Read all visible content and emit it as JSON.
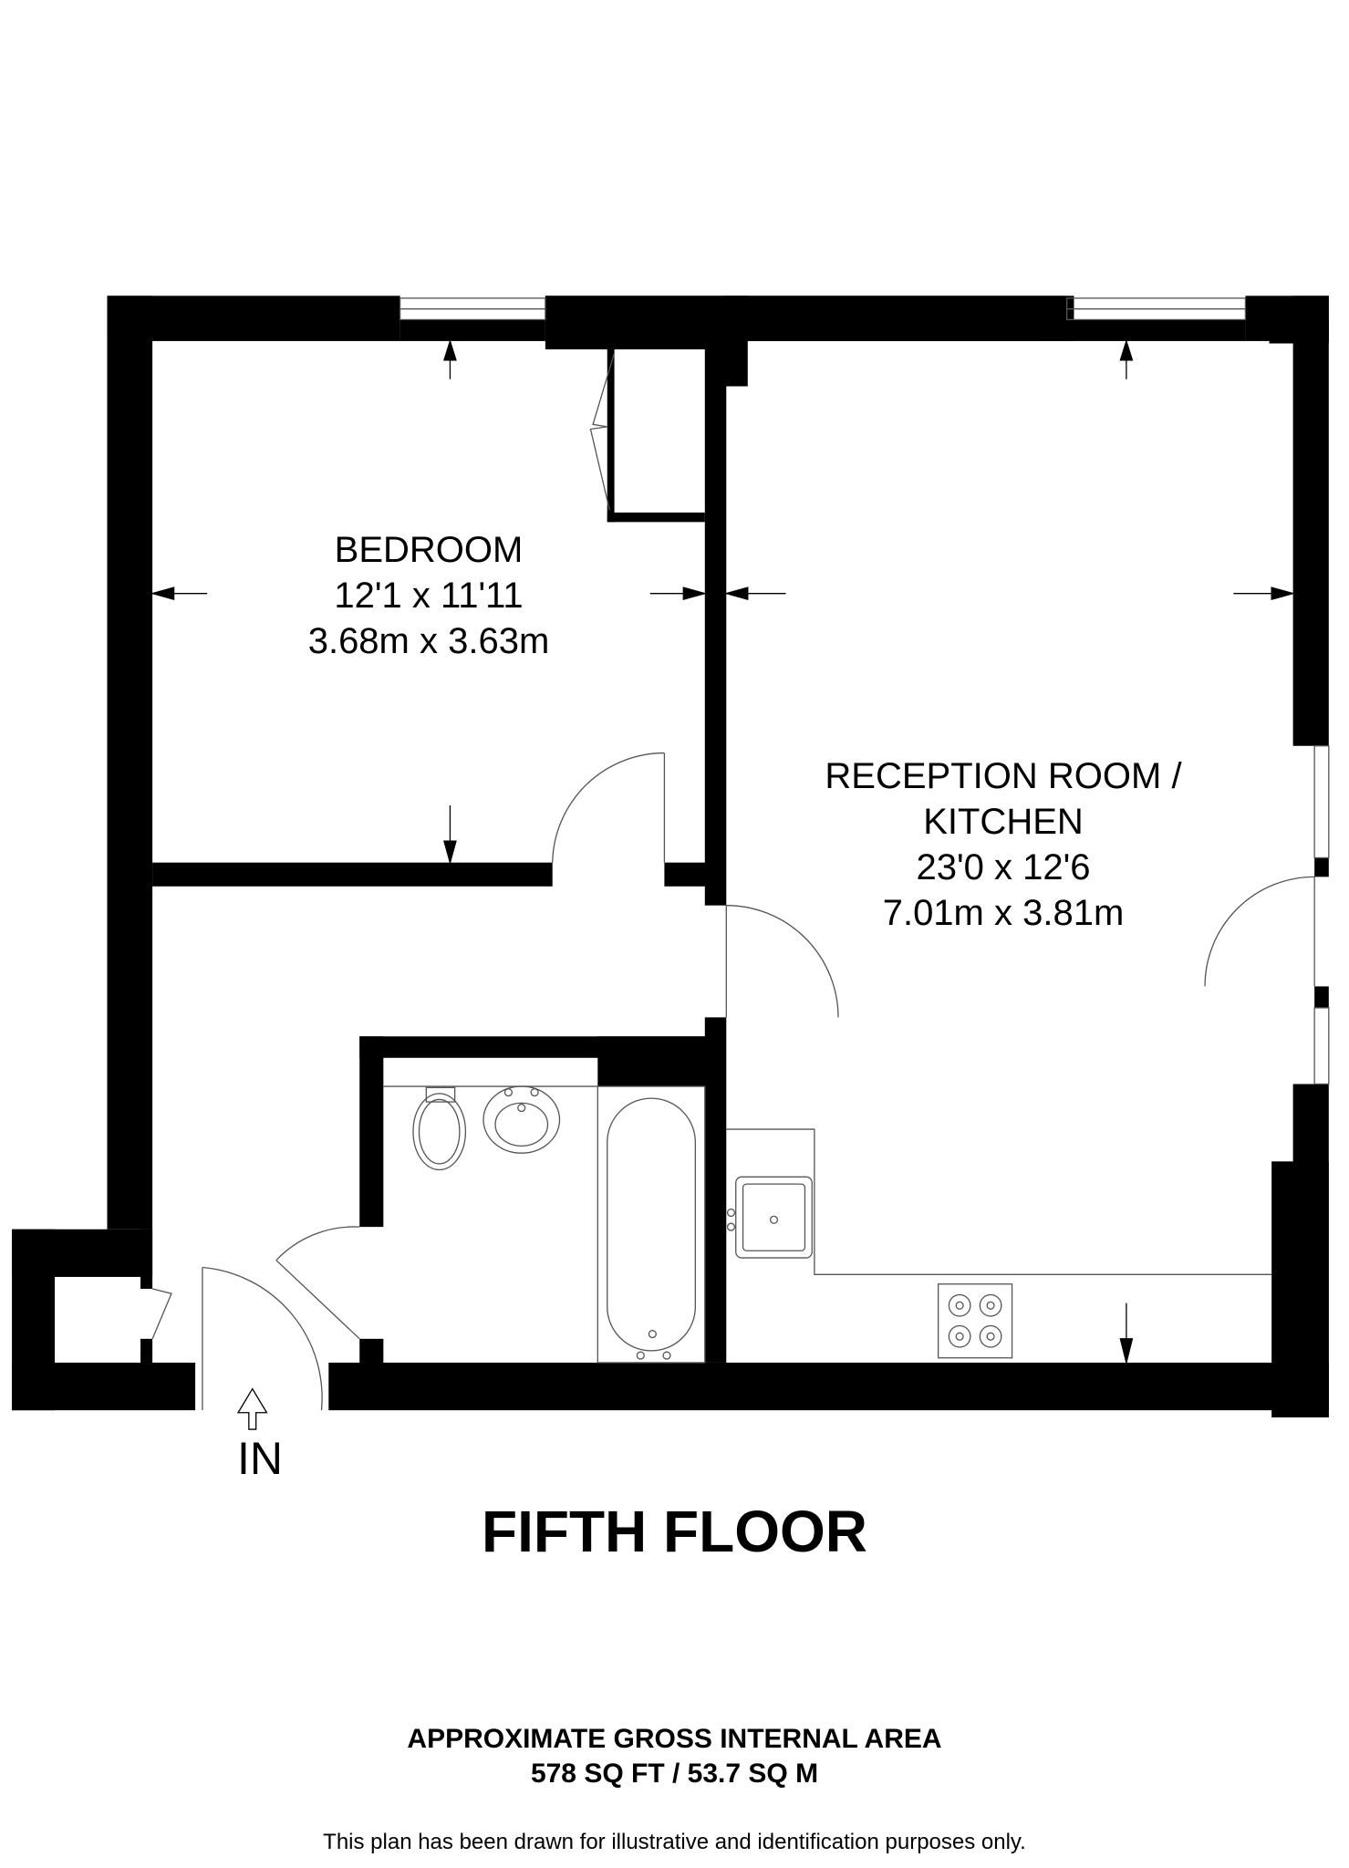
{
  "plan": {
    "floor_title": "FIFTH FLOOR",
    "rooms": [
      {
        "name": "BEDROOM",
        "imperial": "12'1 x 11'11",
        "metric": "3.68m x 3.63m"
      },
      {
        "name_line1": "RECEPTION ROOM /",
        "name_line2": "KITCHEN",
        "imperial": "23'0 x 12'6",
        "metric": "7.01m x 3.81m"
      }
    ],
    "entrance_label": "IN",
    "area": {
      "heading": "APPROXIMATE GROSS INTERNAL AREA",
      "value": "578 SQ FT / 53.7 SQ M"
    },
    "disclaimer": "This plan has been drawn for illustrative and identification purposes only."
  },
  "colors": {
    "wall": "#000000",
    "background": "#ffffff",
    "fixture_line": "#555555"
  }
}
